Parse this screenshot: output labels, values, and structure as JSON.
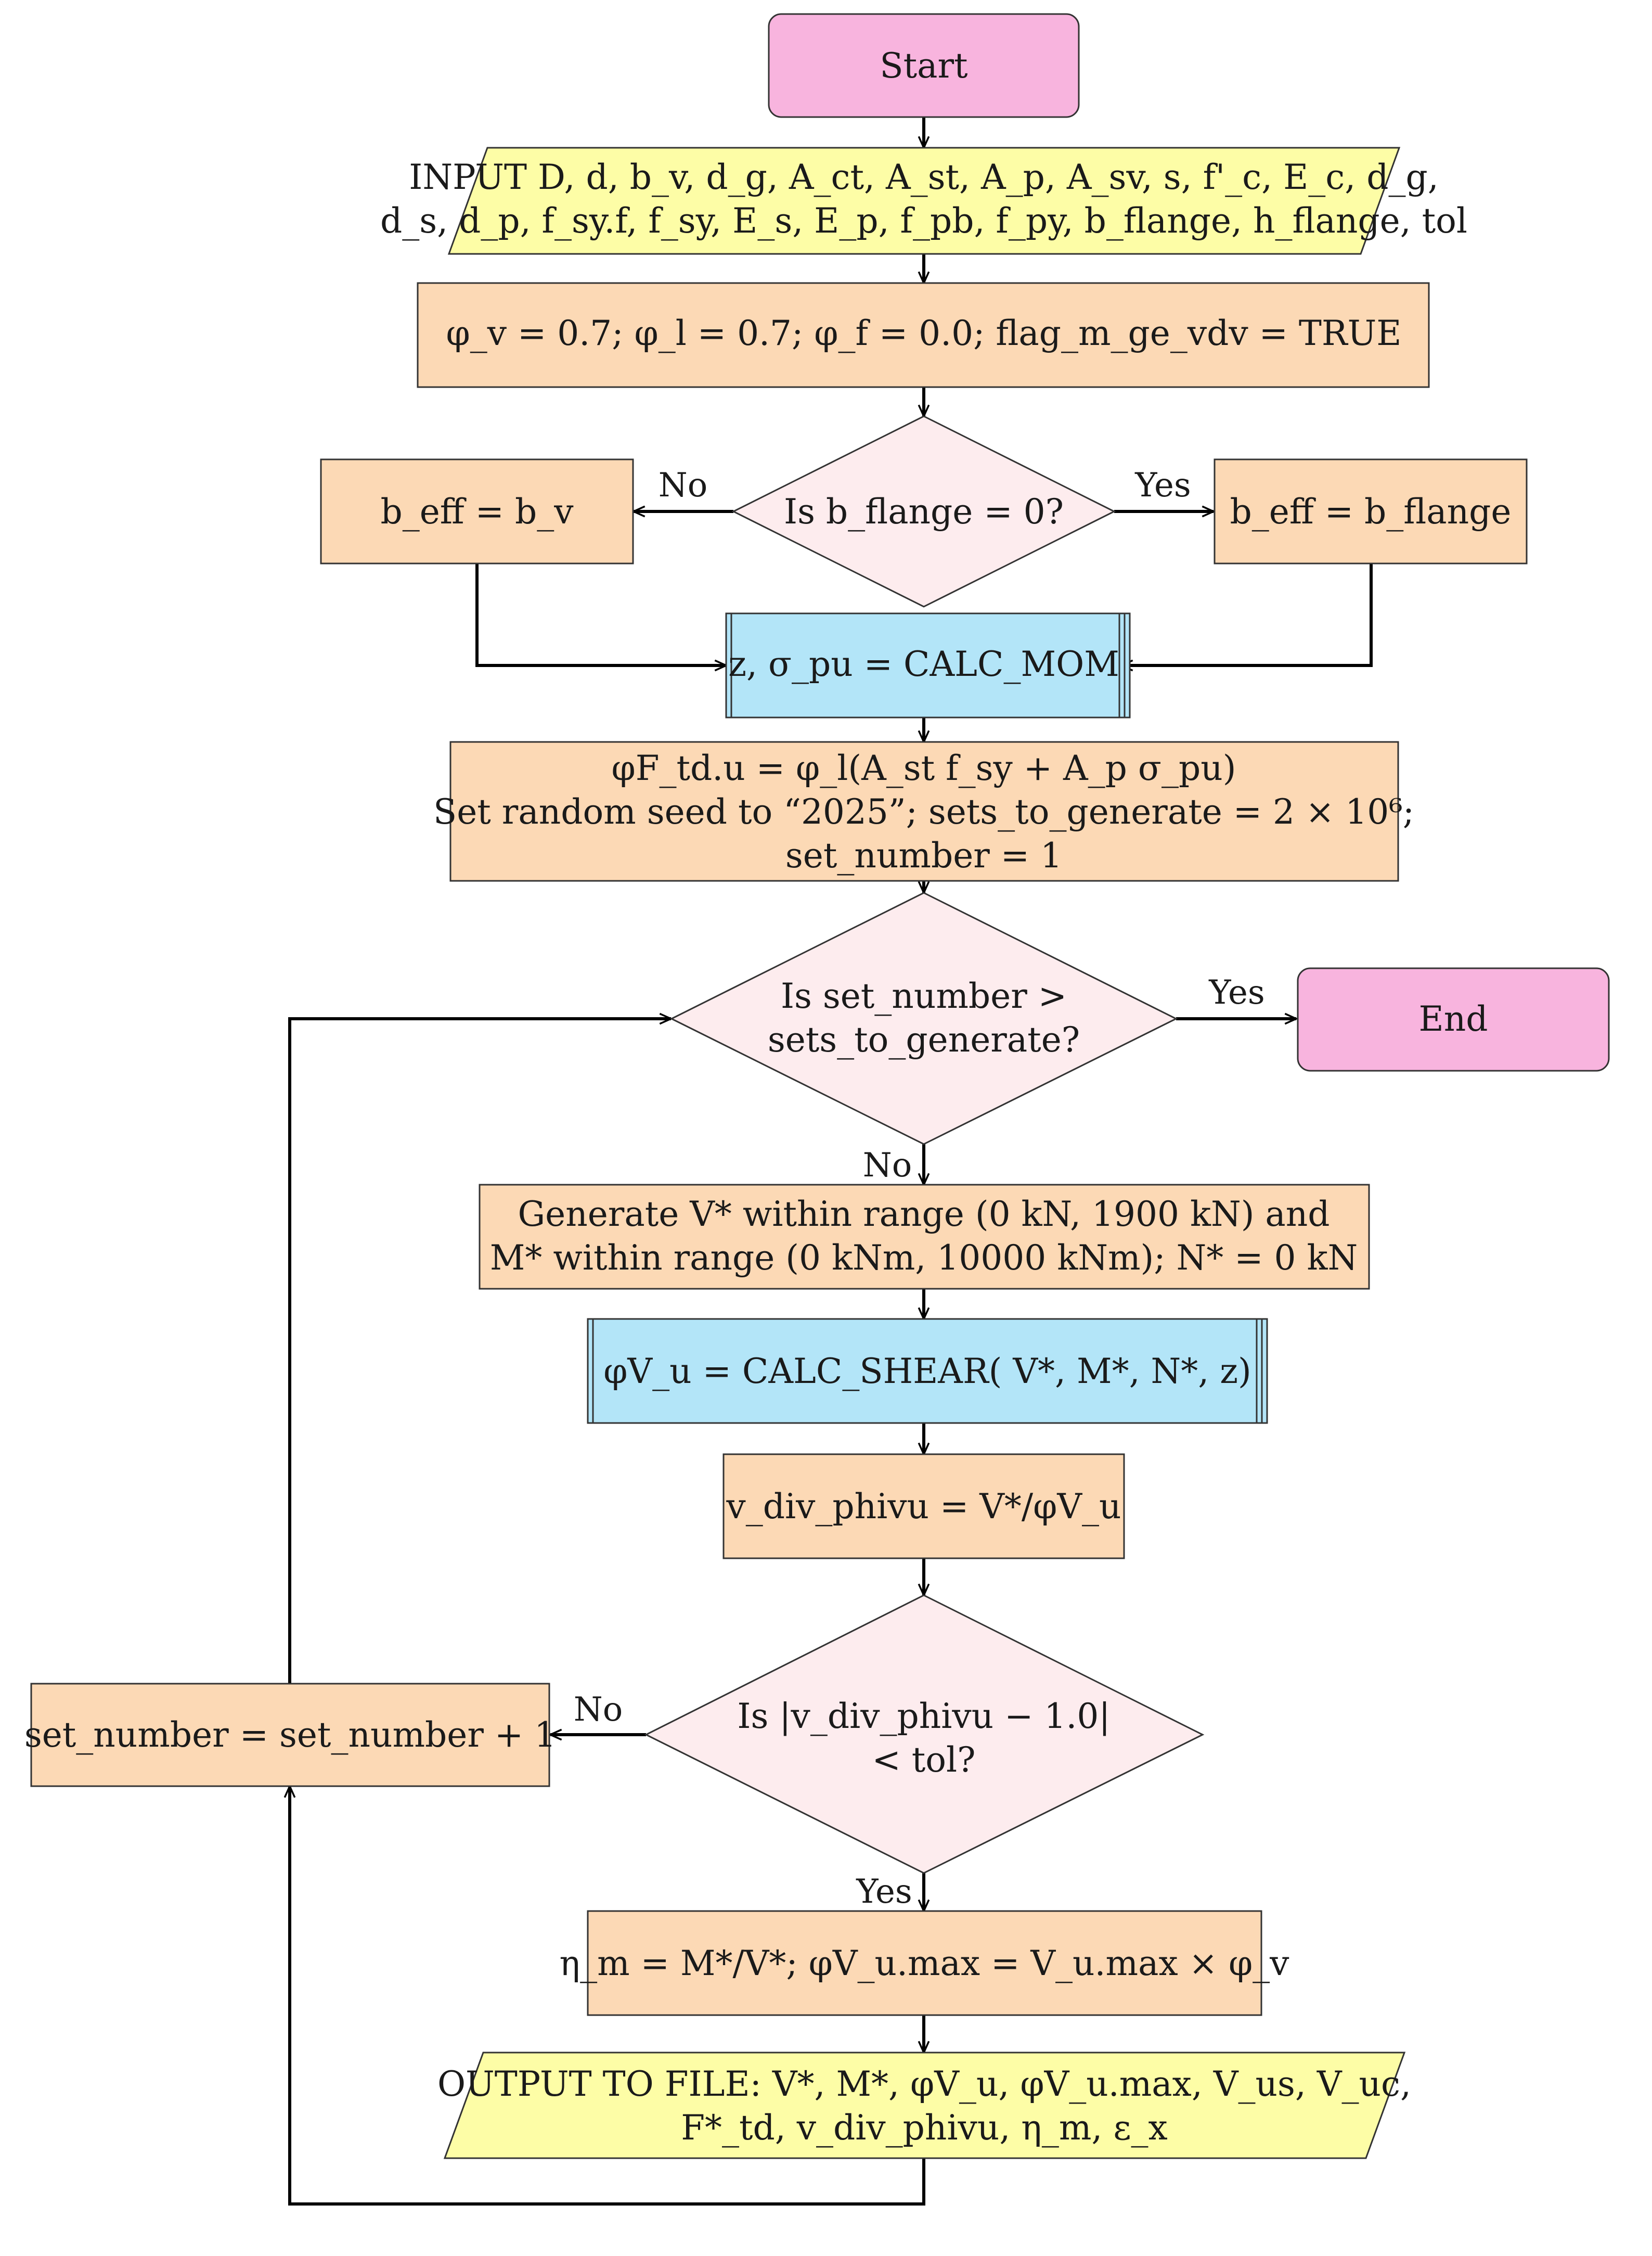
{
  "colors": {
    "terminal": "#F8B4DE",
    "io": "#FDFDA6",
    "process": "#FCD9B5",
    "decision": "#FDECEE",
    "subroutine": "#B3E5F8"
  },
  "nodes": {
    "start": [
      "Start"
    ],
    "input": [
      "INPUT D, d, b_v, d_g, A_ct, A_st, A_p, A_sv, s, f'_c, E_c, d_g,",
      "d_s, d_p, f_sy.f, f_sy, E_s, E_p, f_pb, f_py, b_flange, h_flange, tol"
    ],
    "init": [
      "φ_v = 0.7;     φ_l = 0.7;    φ_f = 0.0;     flag_m_ge_vdv = TRUE"
    ],
    "check_flange": [
      "Is b_flange = 0?"
    ],
    "beff_bv": [
      "b_eff = b_v"
    ],
    "beff_bflange": [
      "b_eff = b_flange"
    ],
    "calc_mom": [
      "z, σ_pu = CALC_MOM"
    ],
    "setup": [
      "φF_td.u = φ_l(A_st f_sy + A_p σ_pu)",
      "Set random seed to “2025”;    sets_to_generate = 2 × 10⁶;",
      "set_number = 1"
    ],
    "check_done": [
      "Is set_number >",
      "sets_to_generate?"
    ],
    "end": [
      "End"
    ],
    "generate": [
      "Generate V* within range (0 kN, 1900 kN) and",
      "M* within range (0 kNm, 10000 kNm);     N* = 0 kN"
    ],
    "calc_shear": [
      "φV_u = CALC_SHEAR( V*, M*, N*, z)"
    ],
    "ratio": [
      "v_div_phivu = V*/φV_u"
    ],
    "check_tol": [
      "Is |v_div_phivu − 1.0|",
      "< tol?"
    ],
    "increment": [
      "set_number = set_number + 1"
    ],
    "compute_eta": [
      "η_m = M*/V*;     φV_u.max = V_u.max × φ_v"
    ],
    "output": [
      "OUTPUT TO FILE: V*, M*, φV_u, φV_u.max, V_us, V_uc,",
      "F*_td, v_div_phivu, η_m, ε_x"
    ]
  },
  "edge_labels": {
    "flange_no": "No",
    "flange_yes": "Yes",
    "done_yes": "Yes",
    "done_no": "No",
    "tol_no": "No",
    "tol_yes": "Yes"
  }
}
